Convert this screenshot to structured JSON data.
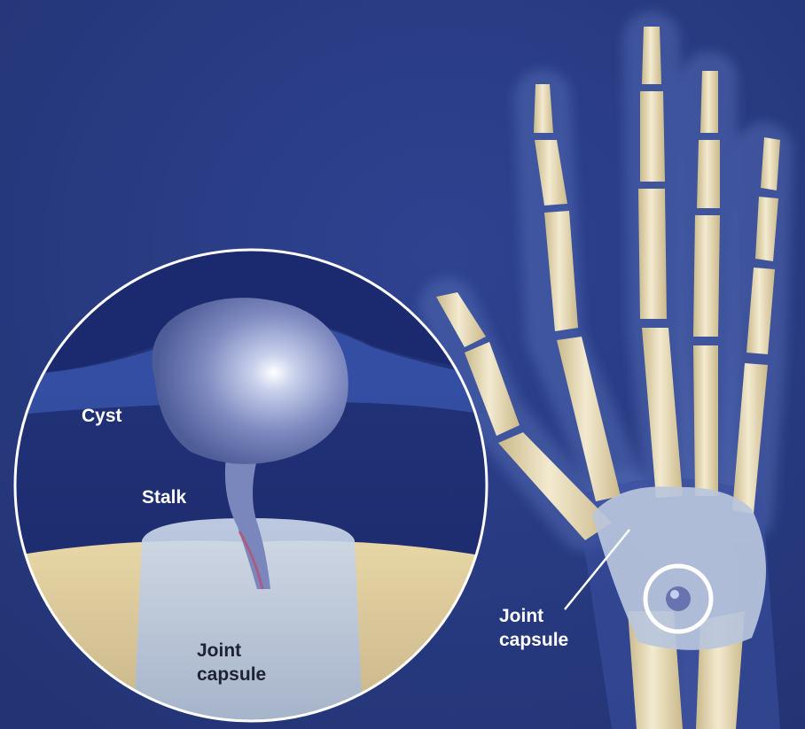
{
  "labels": {
    "cyst": "Cyst",
    "stalk": "Stalk",
    "inset_capsule_line1": "Joint",
    "inset_capsule_line2": "capsule",
    "hand_capsule_line1": "Joint",
    "hand_capsule_line2": "capsule"
  },
  "colors": {
    "background": "#283a82",
    "bone": "#e8dcb0",
    "skin_glow": "#4b5fa8",
    "capsule": "#b8c6dc",
    "cyst": "#8d98c4",
    "label_light": "#ffffff",
    "label_dark": "#1e2235"
  }
}
